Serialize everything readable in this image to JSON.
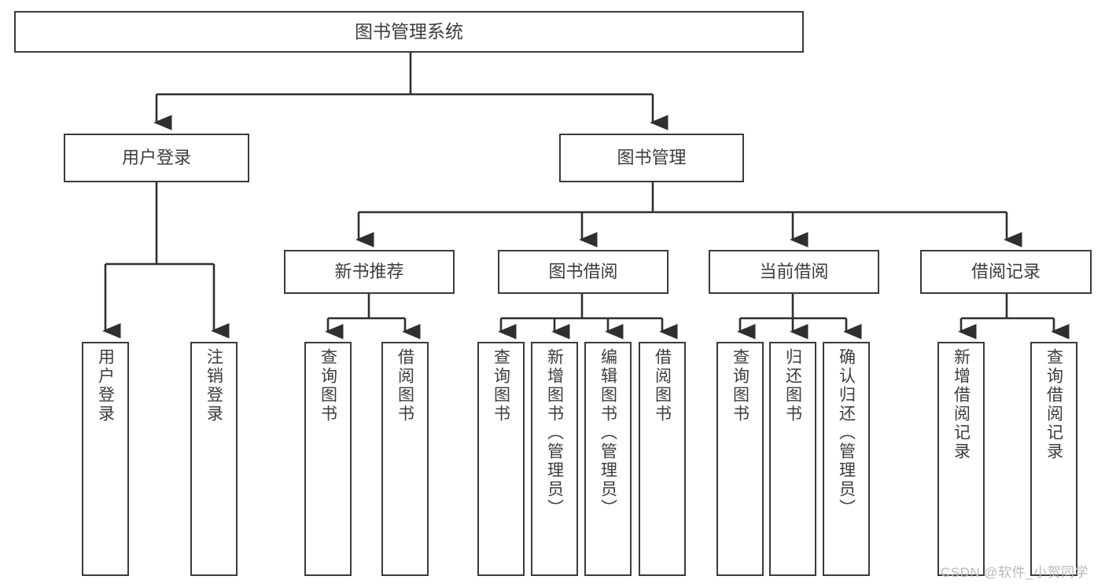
{
  "diagram": {
    "title": "图书管理系统",
    "type": "hierarchy-tree",
    "orientation": "top-down",
    "colors": {
      "background": "#ffffff",
      "box_border": "#3a3a3a",
      "box_fill": "#ffffff",
      "text": "#3c3c3c",
      "connector": "#2f2f2f",
      "watermark": "#b9b9b9"
    },
    "root": {
      "label": "图书管理系统",
      "children": [
        {
          "label": "用户登录",
          "children": [
            {
              "label": "用户登录"
            },
            {
              "label": "注销登录"
            }
          ]
        },
        {
          "label": "图书管理",
          "children": [
            {
              "label": "新书推荐",
              "children": [
                {
                  "label": "查询图书"
                },
                {
                  "label": "借阅图书"
                }
              ]
            },
            {
              "label": "图书借阅",
              "children": [
                {
                  "label": "查询图书"
                },
                {
                  "label": "新增图书（管理员）"
                },
                {
                  "label": "编辑图书（管理员）"
                },
                {
                  "label": "借阅图书"
                }
              ]
            },
            {
              "label": "当前借阅",
              "children": [
                {
                  "label": "查询图书"
                },
                {
                  "label": "归还图书"
                },
                {
                  "label": "确认归还（管理员）"
                }
              ]
            },
            {
              "label": "借阅记录",
              "children": [
                {
                  "label": "新增借阅记录"
                },
                {
                  "label": "查询借阅记录"
                }
              ]
            }
          ]
        }
      ]
    },
    "nodes": {
      "root": "图书管理系统",
      "l1_user_login": "用户登录",
      "l1_book_manage": "图书管理",
      "l2_user_login": "用户登录",
      "l2_logout": "注销登录",
      "l2_new_book": "新书推荐",
      "l2_borrow": "图书借阅",
      "l2_current": "当前借阅",
      "l2_record": "借阅记录",
      "l3_nb_query": "查询图书",
      "l3_nb_borrow": "借阅图书",
      "l3_bb_query": "查询图书",
      "l3_bb_add": "新增图书（管理员）",
      "l3_bb_edit": "编辑图书（管理员）",
      "l3_bb_borrow": "借阅图书",
      "l3_cb_query": "查询图书",
      "l3_cb_return": "归还图书",
      "l3_cb_confirm": "确认归还（管理员）",
      "l3_br_add": "新增借阅记录",
      "l3_br_query": "查询借阅记录"
    }
  },
  "watermark": {
    "text": "CSDN @软件_小贺同学"
  }
}
